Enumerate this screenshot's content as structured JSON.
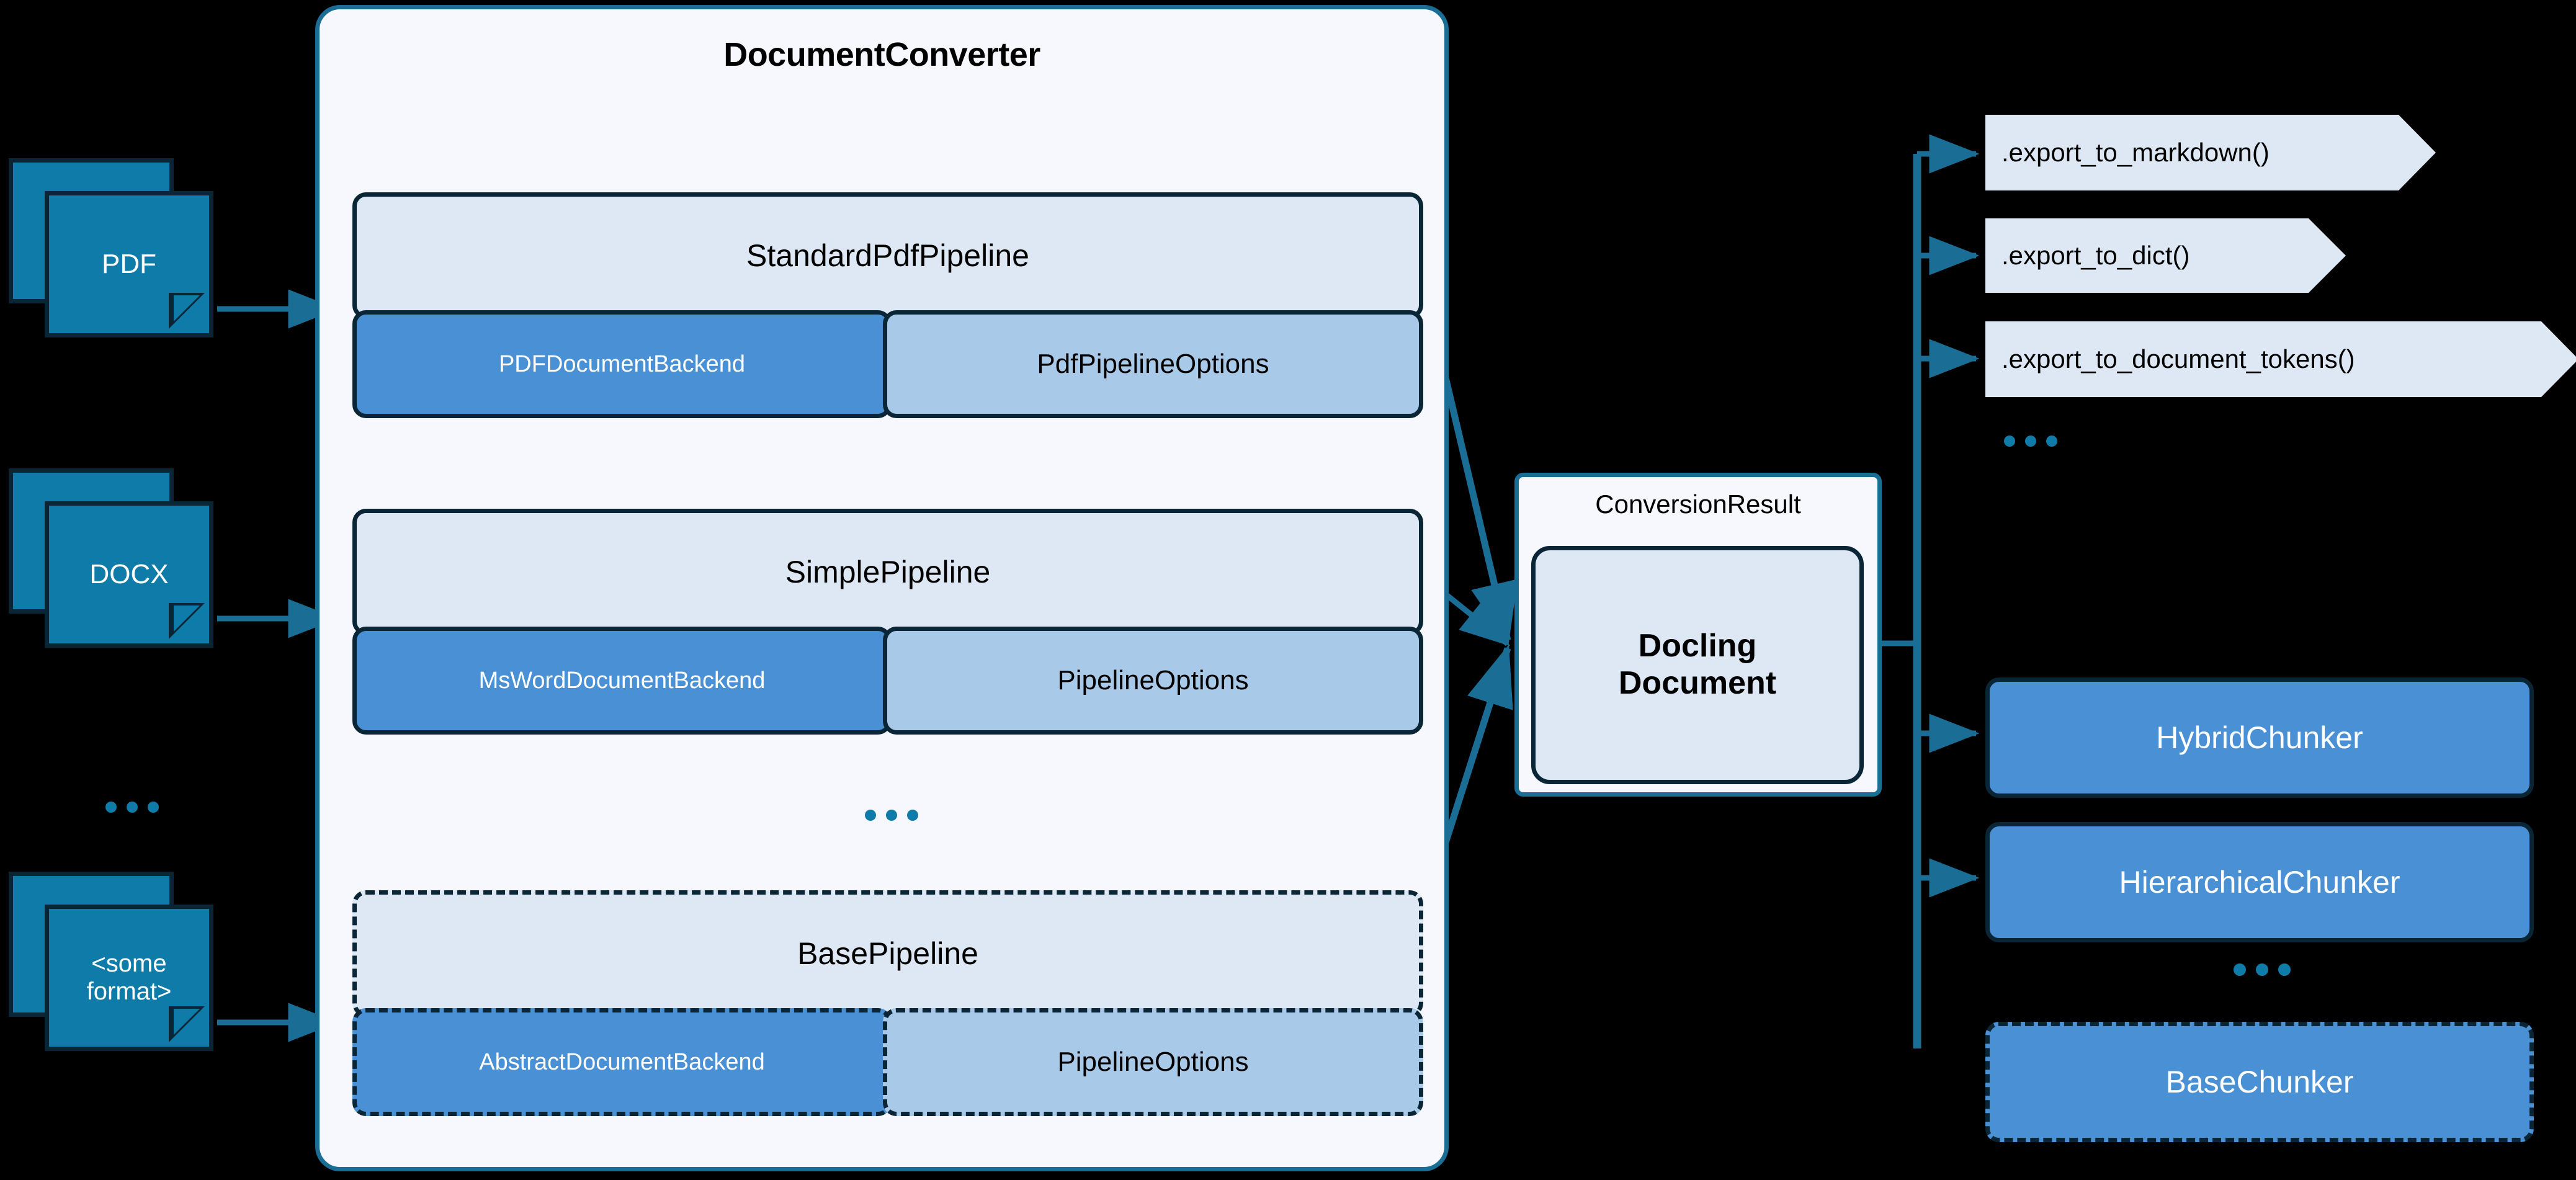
{
  "diagram": {
    "title": "Docling architecture diagram",
    "colors": {
      "background": "#000000",
      "source_doc_fill": "#0f7ba8",
      "source_doc_stroke": "#0a2535",
      "container_fill": "#f6f8fd",
      "container_stroke": "#1a6e96",
      "pipeline_head_fill": "#dde8f4",
      "backend_fill": "#4a90d4",
      "options_fill": "#a8c9e8",
      "box_stroke": "#0a2535",
      "connector": "#1a6e96",
      "export_fill": "#dde8f4"
    }
  },
  "inputs": {
    "items": [
      {
        "label": "PDF"
      },
      {
        "label": "DOCX"
      },
      {
        "label": "<some\nformat>"
      }
    ],
    "ellipsis": "..."
  },
  "converter": {
    "title": "DocumentConverter",
    "ellipsis": "...",
    "pipelines": [
      {
        "name": "StandardPdfPipeline",
        "backend": "PDFDocumentBackend",
        "options": "PdfPipelineOptions",
        "abstract": false
      },
      {
        "name": "SimplePipeline",
        "backend": "MsWordDocumentBackend",
        "options": "PipelineOptions",
        "abstract": false
      },
      {
        "name": "BasePipeline",
        "backend": "AbstractDocumentBackend",
        "options": "PipelineOptions",
        "abstract": true
      }
    ]
  },
  "result": {
    "label": "ConversionResult",
    "document": "Docling\nDocument"
  },
  "exports": {
    "items": [
      {
        "label": ".export_to_markdown()"
      },
      {
        "label": ".export_to_dict()"
      },
      {
        "label": ".export_to_document_tokens()"
      }
    ],
    "ellipsis": "..."
  },
  "chunkers": {
    "items": [
      {
        "label": "HybridChunker",
        "abstract": false
      },
      {
        "label": "HierarchicalChunker",
        "abstract": false
      },
      {
        "label": "BaseChunker",
        "abstract": true
      }
    ],
    "ellipsis": "..."
  }
}
